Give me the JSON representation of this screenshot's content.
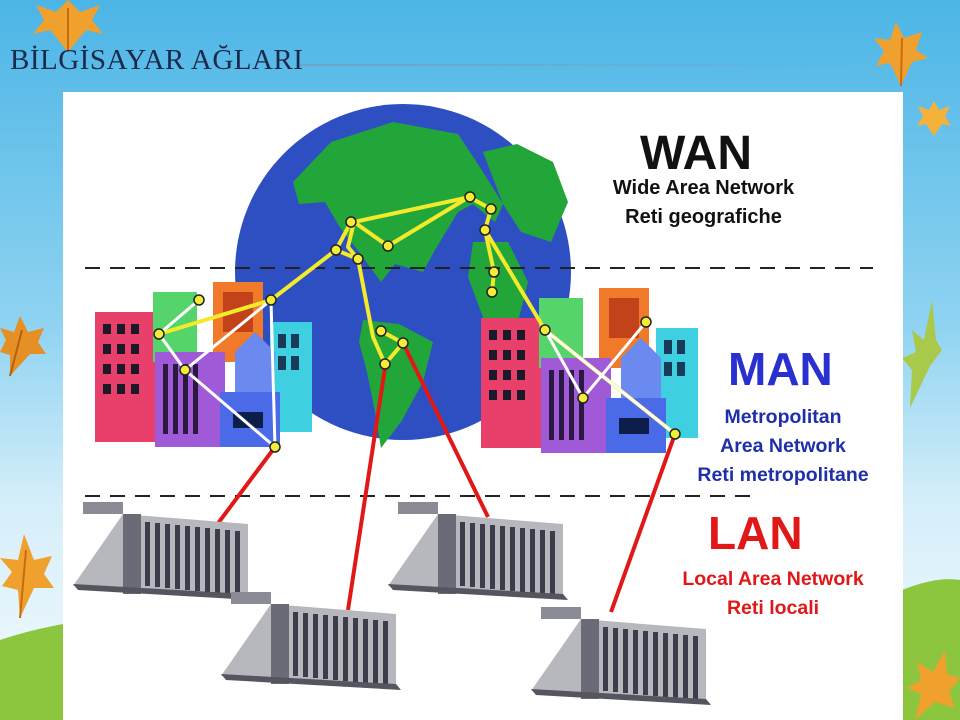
{
  "slide": {
    "title": "BİLGİSAYAR AĞLARI"
  },
  "diagram": {
    "wan": {
      "title": "WAN",
      "line1": "Wide Area Network",
      "line2": "Reti geografiche",
      "color": "#111111"
    },
    "man": {
      "title": "MAN",
      "line1": "Metropolitan",
      "line2": "Area Network",
      "line3": "Reti metropolitane",
      "color": "#2a2fd0"
    },
    "lan": {
      "title": "LAN",
      "line1": "Local Area Network",
      "line2": "Reti locali",
      "color": "#e11818"
    }
  },
  "colors": {
    "ocean": "#2e4fc2",
    "land": "#22a63a",
    "wan_link": "#f2ea2a",
    "man_link": "#ffffff",
    "lan_link": "#e11818",
    "node": "#f5ec3a"
  },
  "icons": [
    "globe-icon",
    "city-cluster-icon",
    "office-building-icon",
    "autumn-leaf-icon"
  ]
}
